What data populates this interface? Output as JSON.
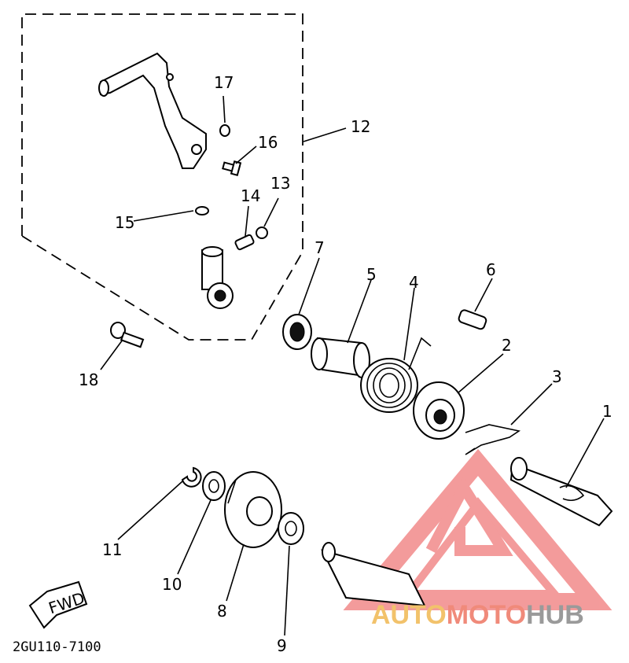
{
  "diagram": {
    "part_code": "2GU110-7100",
    "fwd_label": "FWD",
    "callouts": [
      "1",
      "2",
      "3",
      "4",
      "5",
      "6",
      "7",
      "8",
      "9",
      "10",
      "11",
      "12",
      "13",
      "14",
      "15",
      "16",
      "17",
      "18"
    ]
  },
  "watermark": {
    "auto": "AUTO",
    "moto": "MOTO",
    "hub": "HUB",
    "color_auto": "#f2c26b",
    "color_moto": "#f08a7a",
    "color_hub": "#9a9a9a",
    "logo_color": "#f07a7a"
  }
}
